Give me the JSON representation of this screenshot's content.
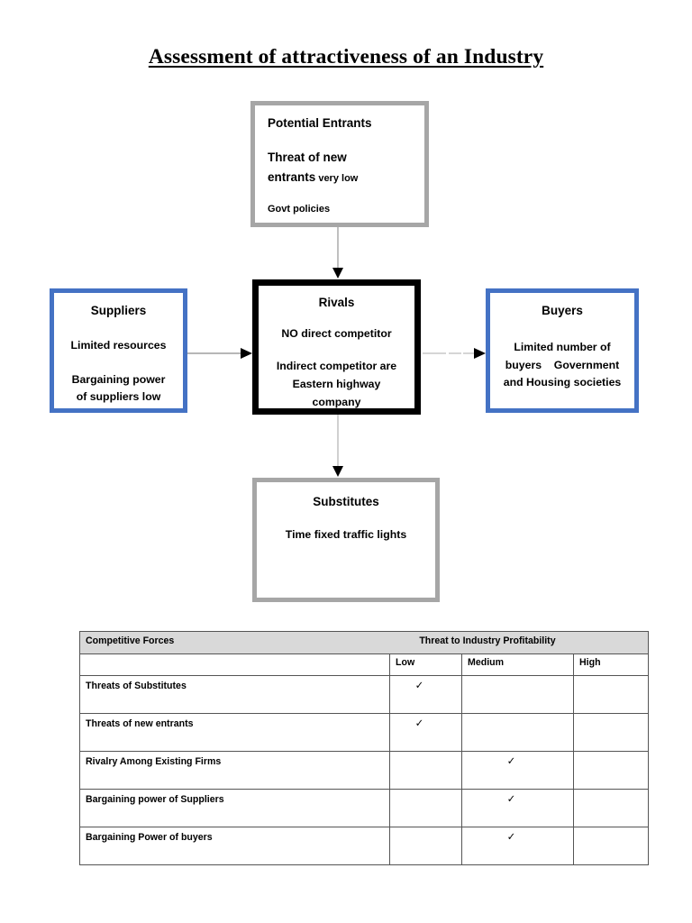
{
  "title": "Assessment of attractiveness of an Industry",
  "diagram": {
    "potential_entrants": {
      "heading": "Potential Entrants",
      "line_threat": "Threat of new",
      "line_entrants_bold": "entrants",
      "line_entrants_small": " very low",
      "line_govt": "Govt policies",
      "border_color": "#a6a6a6"
    },
    "suppliers": {
      "heading": "Suppliers",
      "line_a": "Limited resources",
      "line_b1": "Bargaining power",
      "line_b2": "of suppliers low",
      "border_color": "#4472c4"
    },
    "rivals": {
      "heading": "Rivals",
      "line_a": "NO direct competitor",
      "line_b1": "Indirect competitor are",
      "line_b2": "Eastern highway",
      "line_b3": "company",
      "border_color": "#000000"
    },
    "buyers": {
      "heading": "Buyers",
      "line_b1": "Limited number of",
      "line_b2": "buyers    Government",
      "line_b3": "and Housing societies",
      "border_color": "#4472c4"
    },
    "substitutes": {
      "heading": "Substitutes",
      "line_a": "Time fixed traffic lights",
      "border_color": "#a6a6a6"
    },
    "arrows": [
      {
        "name": "entrants-to-rivals",
        "direction": "down"
      },
      {
        "name": "suppliers-to-rivals",
        "direction": "right"
      },
      {
        "name": "rivals-to-buyers",
        "direction": "right"
      },
      {
        "name": "rivals-to-substitutes",
        "direction": "down"
      }
    ]
  },
  "table": {
    "header": {
      "forces_label": "Competitive Forces",
      "threat_label": "Threat to Industry Profitability"
    },
    "columns": [
      "",
      "Low",
      "Medium",
      "High"
    ],
    "check_glyph": "✓",
    "rows": [
      {
        "force": "Threats of Substitutes",
        "low": true,
        "medium": false,
        "high": false
      },
      {
        "force": "Threats of new entrants",
        "low": true,
        "medium": false,
        "high": false
      },
      {
        "force": "Rivalry Among Existing Firms",
        "low": false,
        "medium": true,
        "high": false
      },
      {
        "force": "Bargaining power of Suppliers",
        "low": false,
        "medium": true,
        "high": false
      },
      {
        "force": "Bargaining Power of buyers",
        "low": false,
        "medium": true,
        "high": false
      }
    ]
  }
}
